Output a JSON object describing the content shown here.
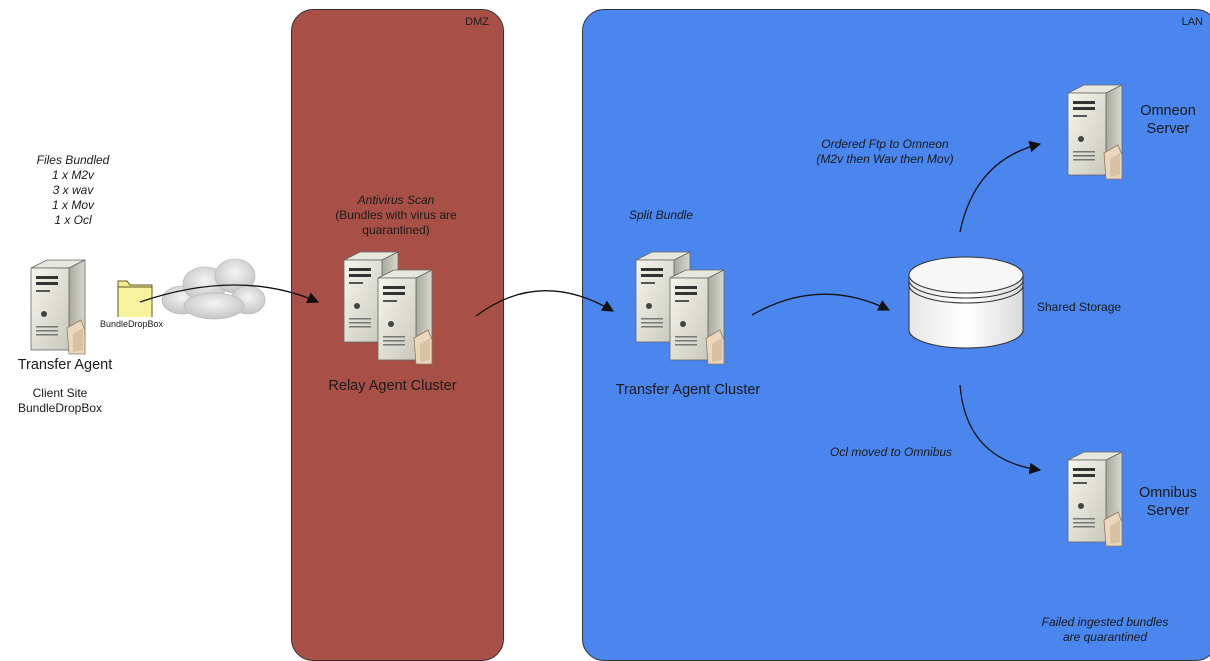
{
  "zones": {
    "dmz": {
      "label": "DMZ",
      "color": "#a85048"
    },
    "lan": {
      "label": "LAN",
      "color": "#4a86ee"
    }
  },
  "client": {
    "bundle_title": "Files Bundled",
    "bundle_items": [
      "1 x M2v",
      "3 x wav",
      "1 x Mov",
      "1 x Ocl"
    ],
    "folder_label": "BundleDropBox",
    "server_label": "Transfer Agent",
    "site_line1": "Client Site",
    "site_line2": "BundleDropBox"
  },
  "relay": {
    "scan_title": "Antivirus Scan",
    "scan_line1": "(Bundles with virus are",
    "scan_line2": "quarantined)",
    "cluster_label": "Relay Agent Cluster"
  },
  "transfer": {
    "split_label": "Split Bundle",
    "cluster_label": "Transfer Agent Cluster"
  },
  "storage": {
    "label": "Shared Storage"
  },
  "omneon": {
    "line1": "Omneon",
    "line2": "Server",
    "ftp_line1": "Ordered Ftp to Omneon",
    "ftp_line2": "(M2v then Wav then Mov)"
  },
  "omnibus": {
    "line1": "Omnibus",
    "line2": "Server",
    "move_label": "Ocl moved to Omnibus"
  },
  "footer": {
    "line1": "Failed ingested bundles",
    "line2": "are quarantined"
  }
}
